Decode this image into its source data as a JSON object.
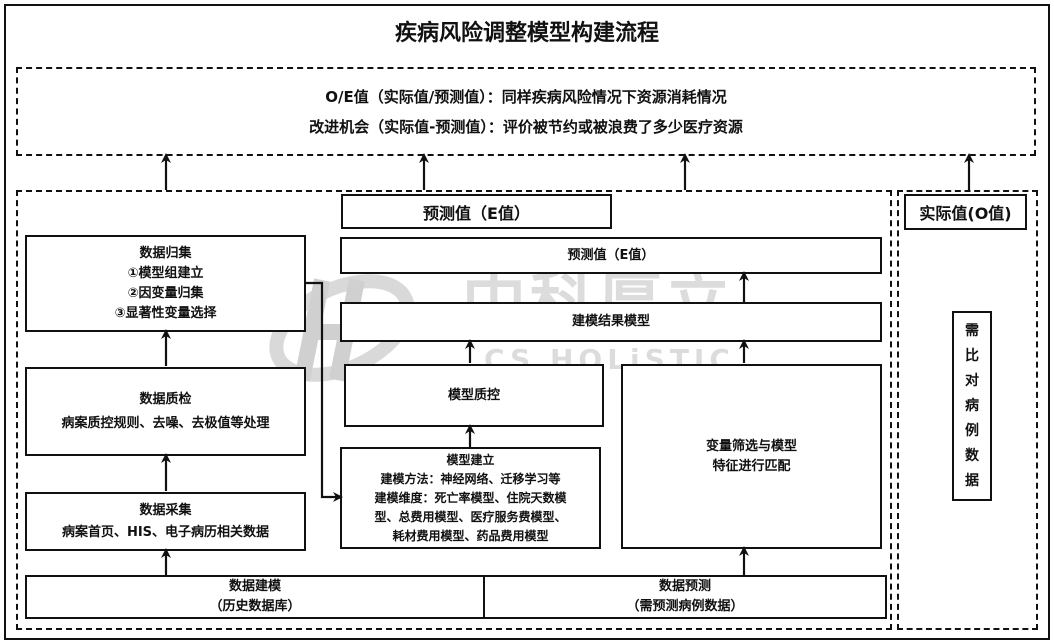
{
  "title": "疾病风险调整模型构建流程",
  "top_box": {
    "line1": "O/E值（实际值/预测值）：同样疾病风险情况下资源消耗情况",
    "line2": "改进机会（实际值-预测值）：评价被节约或被浪费了多少医疗资源"
  },
  "predicted_header": "预测值（E值）",
  "actual_header": "实际值(O值)",
  "collect": {
    "title": "数据归集",
    "items": [
      "①模型组建立",
      "②因变量归集",
      "③显著性变量选择"
    ]
  },
  "quality": {
    "title": "数据质检",
    "desc": "病案质控规则、去噪、去极值等处理"
  },
  "gather": {
    "title": "数据采集",
    "desc": "病案首页、HIS、电子病历相关数据"
  },
  "pred_value": "预测值（E值）",
  "model_result": "建模结果模型",
  "model_qc": "模型质控",
  "model_build": {
    "title": "模型建立",
    "lines": [
      "建模方法：神经网络、迁移学习等",
      "建模维度：死亡率模型、住院天数模",
      "型、总费用模型、医疗服务费模型、",
      "耗材费用模型、药品费用模型"
    ]
  },
  "variable_select": {
    "line1": "变量筛选与模型",
    "line2": "特征进行匹配"
  },
  "need_compare": [
    "需",
    "比",
    "对",
    "病",
    "例",
    "数",
    "据"
  ],
  "data_modeling": {
    "title": "数据建模",
    "sub": "（历史数据库）"
  },
  "data_predict": {
    "title": "数据预测",
    "sub": "（需预测病例数据）"
  },
  "watermark": {
    "cn": "中科厚立",
    "en": "CS HOLiSTIC INFO"
  }
}
